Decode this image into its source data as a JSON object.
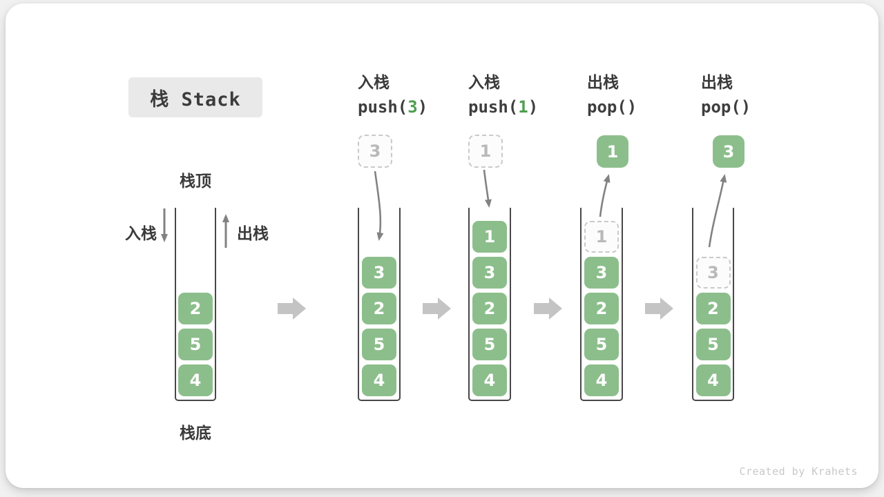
{
  "title": "栈 Stack",
  "legend": {
    "stack_top": "栈顶",
    "stack_bottom": "栈底",
    "push": "入栈",
    "pop": "出栈"
  },
  "columns": [
    {
      "id": "initial",
      "cells": [
        {
          "value": "2",
          "variant": "solid"
        },
        {
          "value": "5",
          "variant": "solid"
        },
        {
          "value": "4",
          "variant": "solid"
        }
      ]
    },
    {
      "id": "push-3",
      "label_cn": "入栈",
      "code": {
        "pre": "push(",
        "arg": "3",
        "post": ")"
      },
      "floating": {
        "value": "3",
        "variant": "dashed"
      },
      "cells": [
        {
          "value": "3",
          "variant": "solid"
        },
        {
          "value": "2",
          "variant": "solid"
        },
        {
          "value": "5",
          "variant": "solid"
        },
        {
          "value": "4",
          "variant": "solid"
        }
      ]
    },
    {
      "id": "push-1",
      "label_cn": "入栈",
      "code": {
        "pre": "push(",
        "arg": "1",
        "post": ")"
      },
      "floating": {
        "value": "1",
        "variant": "dashed"
      },
      "cells": [
        {
          "value": "1",
          "variant": "solid"
        },
        {
          "value": "3",
          "variant": "solid"
        },
        {
          "value": "2",
          "variant": "solid"
        },
        {
          "value": "5",
          "variant": "solid"
        },
        {
          "value": "4",
          "variant": "solid"
        }
      ]
    },
    {
      "id": "pop-1",
      "label_cn": "出栈",
      "code": {
        "pre": "pop(",
        "arg": "",
        "post": ")"
      },
      "floating": {
        "value": "1",
        "variant": "solid"
      },
      "cells": [
        {
          "value": "1",
          "variant": "dashed"
        },
        {
          "value": "3",
          "variant": "solid"
        },
        {
          "value": "2",
          "variant": "solid"
        },
        {
          "value": "5",
          "variant": "solid"
        },
        {
          "value": "4",
          "variant": "solid"
        }
      ]
    },
    {
      "id": "pop-3",
      "label_cn": "出栈",
      "code": {
        "pre": "pop(",
        "arg": "",
        "post": ")"
      },
      "floating": {
        "value": "3",
        "variant": "solid"
      },
      "cells": [
        {
          "value": "3",
          "variant": "dashed"
        },
        {
          "value": "2",
          "variant": "solid"
        },
        {
          "value": "5",
          "variant": "solid"
        },
        {
          "value": "4",
          "variant": "solid"
        }
      ]
    }
  ],
  "watermark": "Created by Krahets",
  "colors": {
    "cell_green": "#8cbe8c",
    "code_arg_green": "#4e9e4e",
    "arrow_gray": "#828282",
    "block_arrow_gray": "#c4c4c4",
    "ghost_border_gray": "#c9c9c9",
    "title_box_bg": "#e9e9e9",
    "text_dark": "#3a3a3a"
  }
}
